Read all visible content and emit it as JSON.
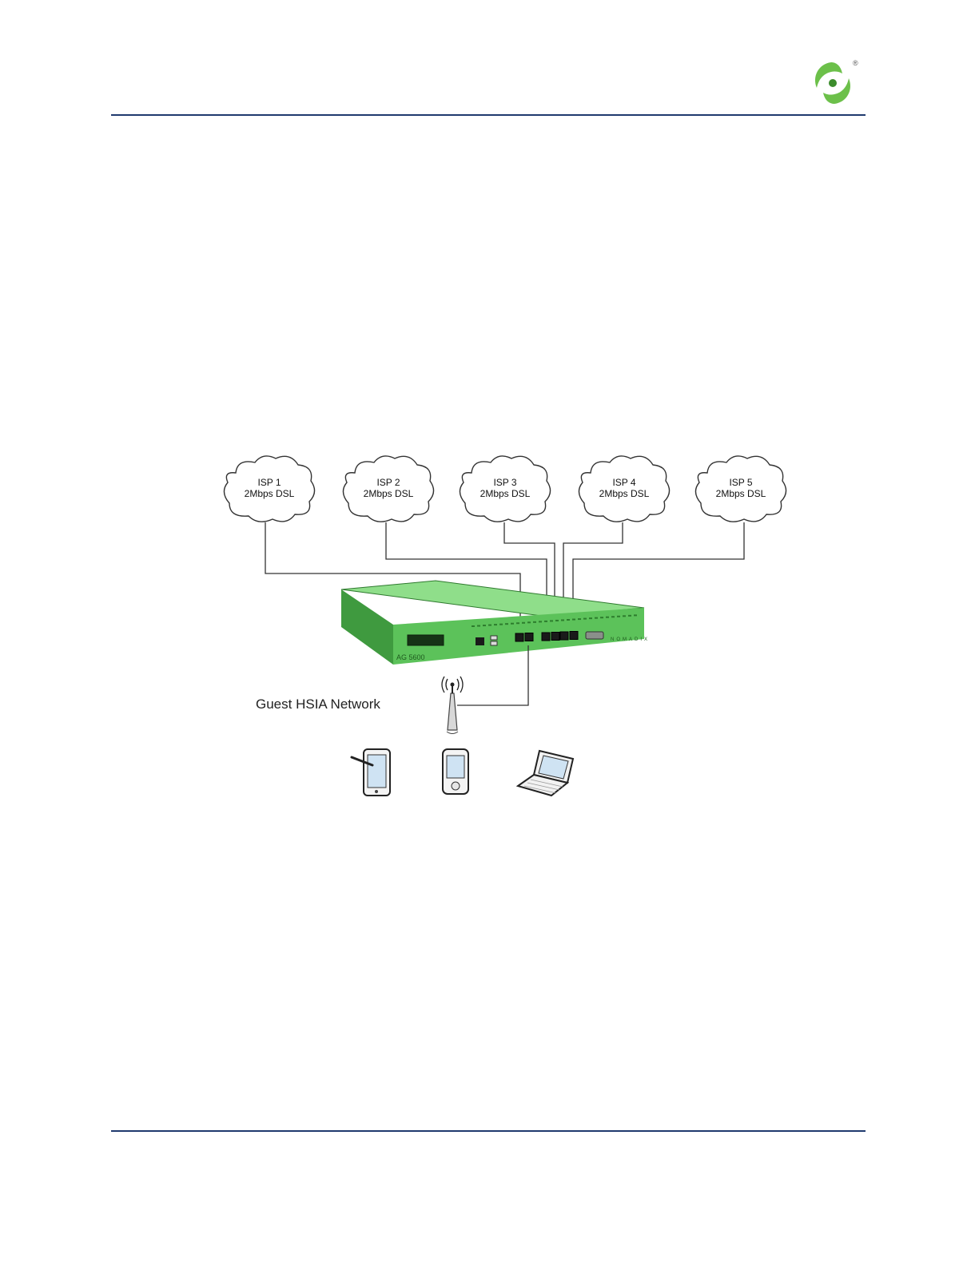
{
  "colors": {
    "rule": "#1f3a6e",
    "appliance": "#5cc25a",
    "appliance_dark": "#3f9a3f",
    "appliance_light": "#8fde8a",
    "logo_green": "#6cc04a",
    "logo_dark": "#3c8c2c",
    "line": "#333333"
  },
  "logo": {
    "registered_mark": "®"
  },
  "diagram": {
    "clouds": [
      {
        "name": "ISP 1",
        "speed": "2Mbps DSL"
      },
      {
        "name": "ISP 2",
        "speed": "2Mbps DSL"
      },
      {
        "name": "ISP 3",
        "speed": "2Mbps DSL"
      },
      {
        "name": "ISP 4",
        "speed": "2Mbps DSL"
      },
      {
        "name": "ISP 5",
        "speed": "2Mbps DSL"
      }
    ],
    "appliance_label": "AG 5600",
    "appliance_brand": "NOMADIX",
    "network_label": "Guest HSIA Network",
    "devices": [
      "tablet-icon",
      "phone-icon",
      "laptop-icon"
    ]
  }
}
